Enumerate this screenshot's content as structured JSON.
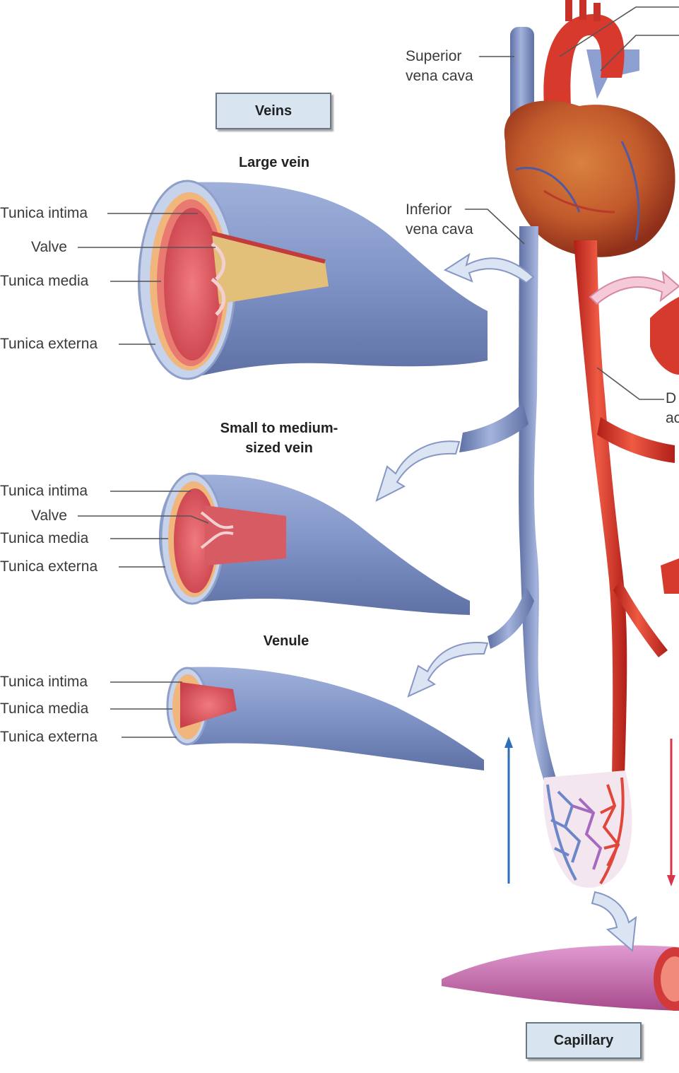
{
  "labels": {
    "superior_vena_cava": "Superior vena cava",
    "inferior_vena_cava": "Inferior vena cava",
    "descending_aorta_partial": "D",
    "descending_aorta_partial2": "ac"
  },
  "boxes": {
    "veins": "Veins",
    "capillary": "Capillary"
  },
  "sections": {
    "large_vein": {
      "title": "Large vein",
      "layers": [
        "Tunica intima",
        "Valve",
        "Tunica media",
        "Tunica externa"
      ]
    },
    "medium_vein": {
      "title": "Small to medium-sized vein",
      "title_line1": "Small to medium-",
      "title_line2": "sized vein",
      "layers": [
        "Tunica intima",
        "Valve",
        "Tunica media",
        "Tunica externa"
      ]
    },
    "venule": {
      "title": "Venule",
      "layers": [
        "Tunica intima",
        "Tunica media",
        "Tunica externa"
      ]
    }
  },
  "colors": {
    "vein": "#7f93c6",
    "artery": "#d9342a",
    "capillary": "#c96aa8",
    "lumen": "#e15a62",
    "box_fill": "#d8e4ef"
  }
}
